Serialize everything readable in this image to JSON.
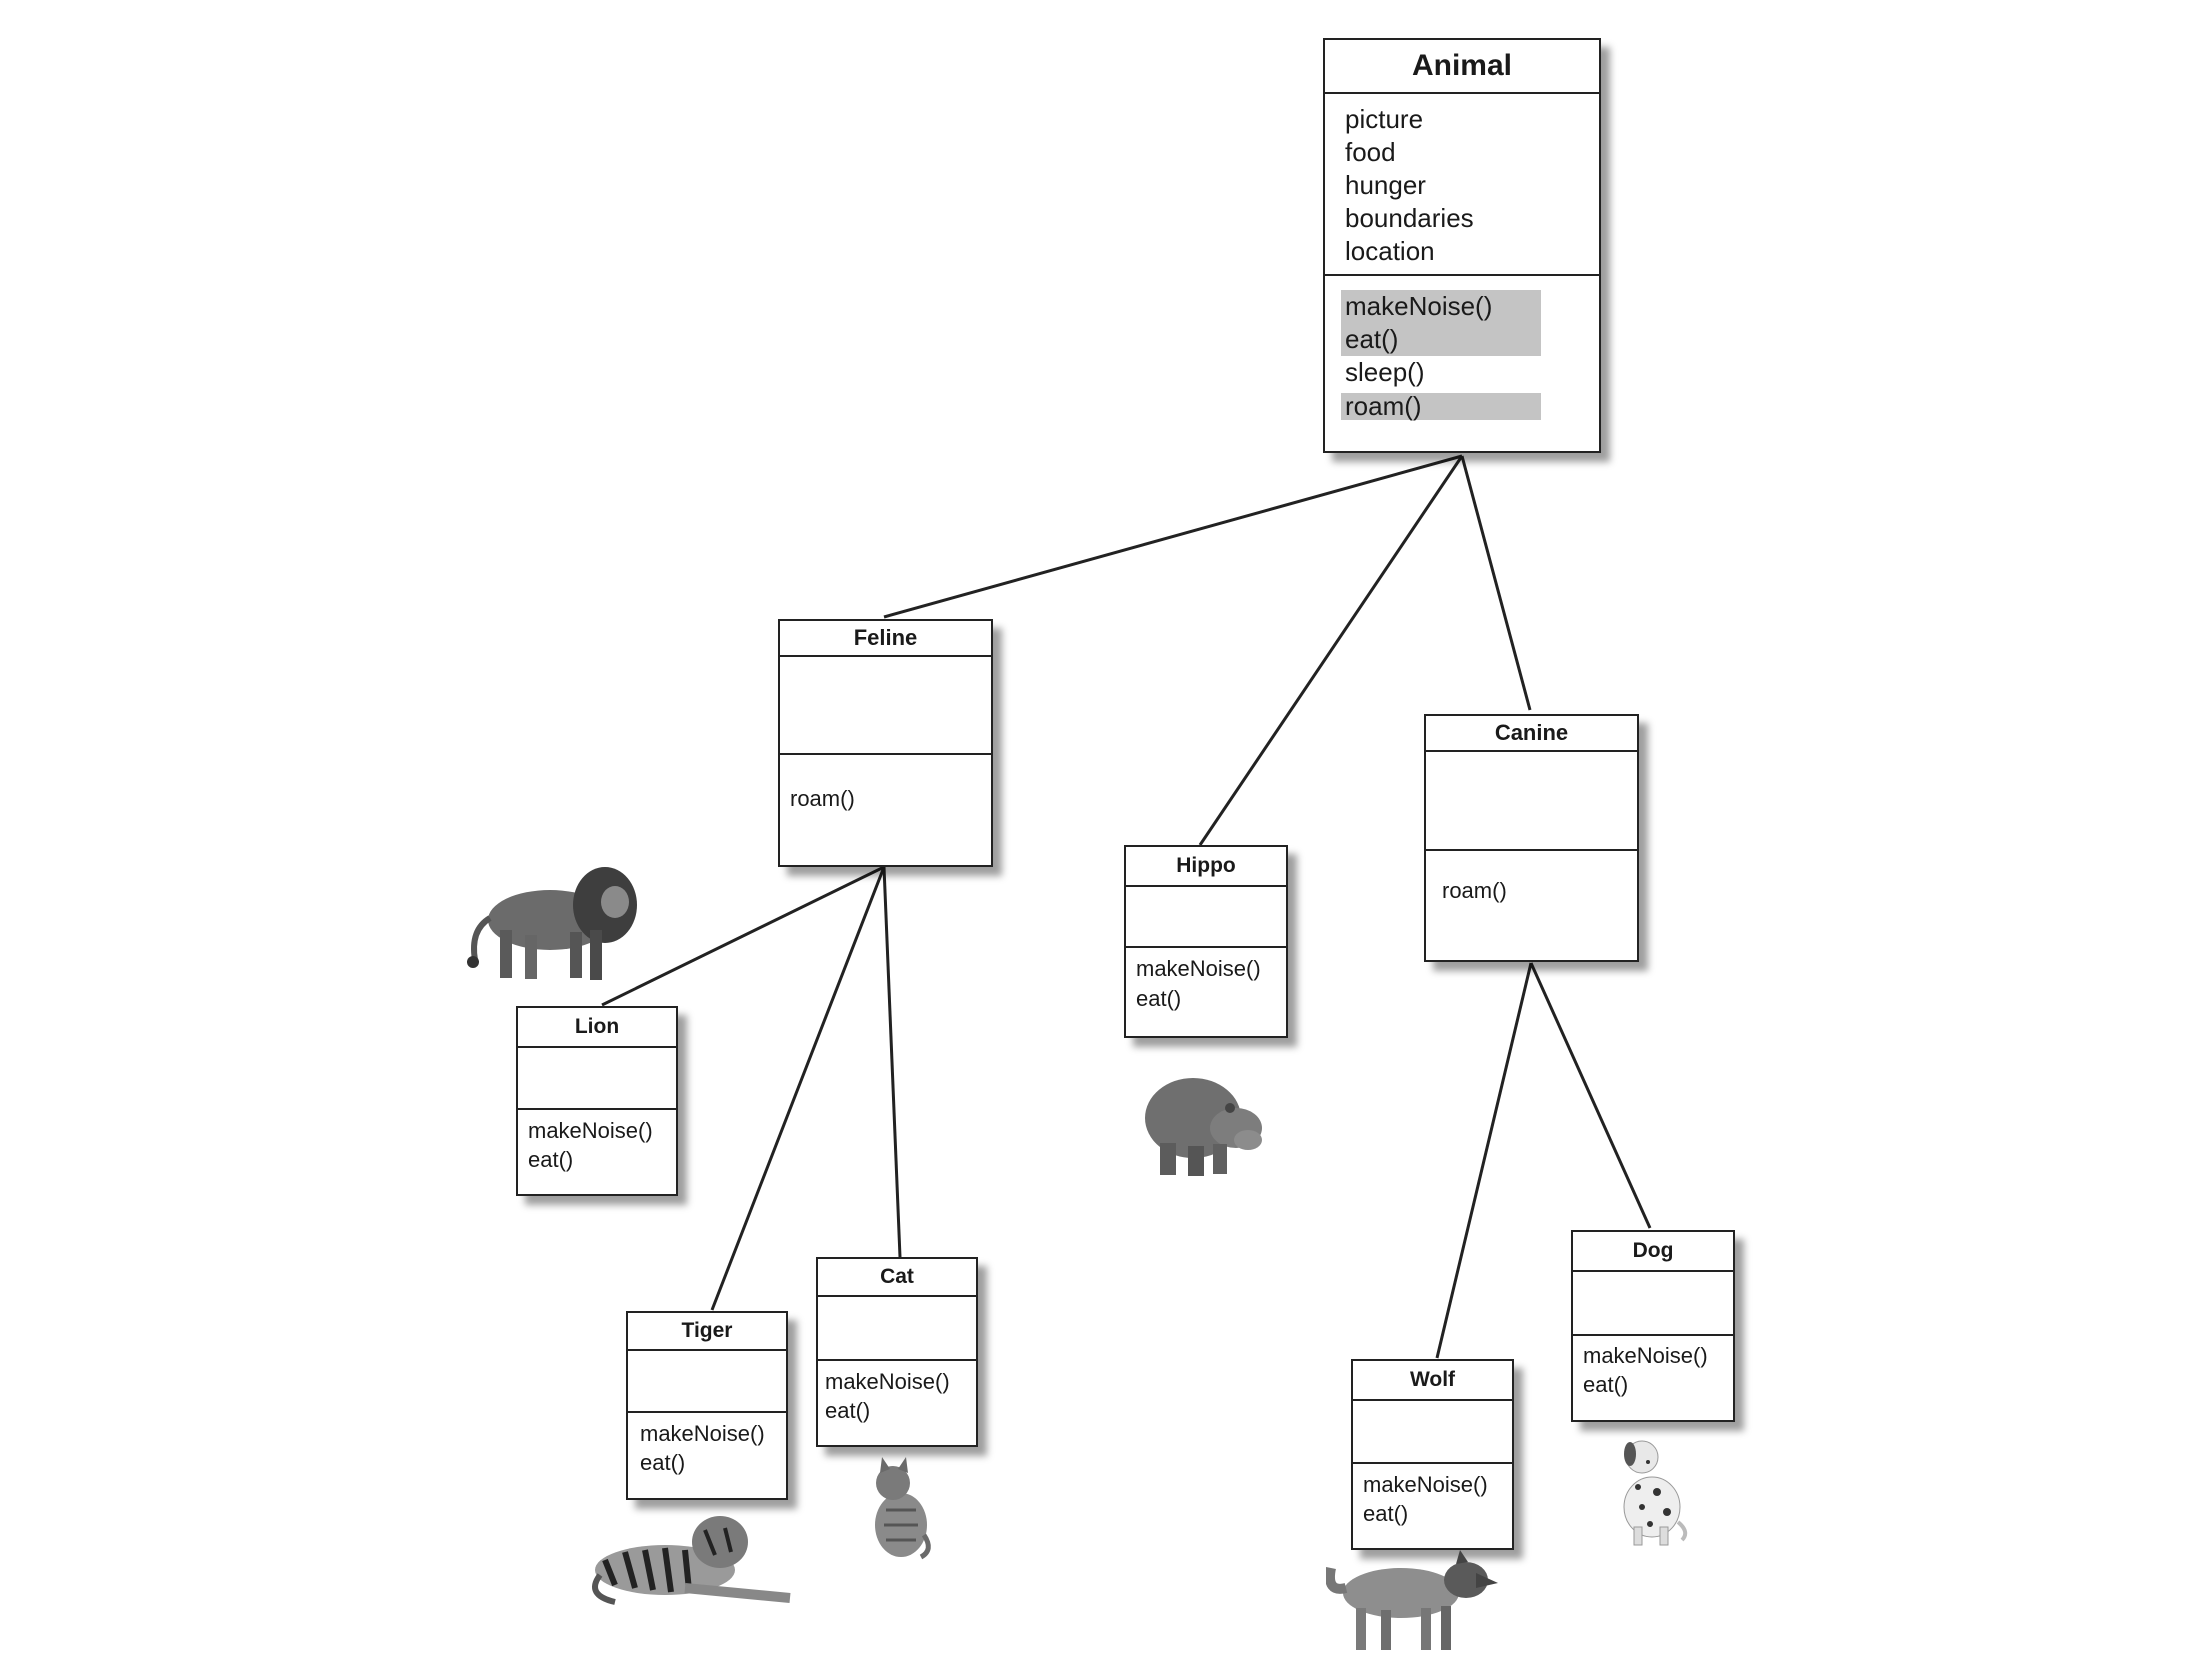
{
  "classes": {
    "animal": {
      "name": "Animal",
      "attributes": [
        "picture",
        "food",
        "hunger",
        "boundaries",
        "location"
      ],
      "methods": [
        "makeNoise()",
        "eat()",
        "sleep()",
        "roam()"
      ],
      "highlighted_methods": [
        "makeNoise()",
        "eat()",
        "roam()"
      ]
    },
    "feline": {
      "name": "Feline",
      "attributes": [],
      "methods": [
        "roam()"
      ]
    },
    "hippo": {
      "name": "Hippo",
      "attributes": [],
      "methods": [
        "makeNoise()",
        "eat()"
      ]
    },
    "canine": {
      "name": "Canine",
      "attributes": [],
      "methods": [
        "roam()"
      ]
    },
    "lion": {
      "name": "Lion",
      "attributes": [],
      "methods": [
        "makeNoise()",
        "eat()"
      ]
    },
    "tiger": {
      "name": "Tiger",
      "attributes": [],
      "methods": [
        "makeNoise()",
        "eat()"
      ]
    },
    "cat": {
      "name": "Cat",
      "attributes": [],
      "methods": [
        "makeNoise()",
        "eat()"
      ]
    },
    "wolf": {
      "name": "Wolf",
      "attributes": [],
      "methods": [
        "makeNoise()",
        "eat()"
      ]
    },
    "dog": {
      "name": "Dog",
      "attributes": [],
      "methods": [
        "makeNoise()",
        "eat()"
      ]
    }
  },
  "inheritance": [
    [
      "feline",
      "animal"
    ],
    [
      "hippo",
      "animal"
    ],
    [
      "canine",
      "animal"
    ],
    [
      "lion",
      "feline"
    ],
    [
      "tiger",
      "feline"
    ],
    [
      "cat",
      "feline"
    ],
    [
      "wolf",
      "canine"
    ],
    [
      "dog",
      "canine"
    ]
  ],
  "animal_pictures": [
    "lion-picture",
    "hippo-picture",
    "tiger-picture",
    "cat-picture",
    "wolf-picture",
    "dog-picture"
  ],
  "colors": {
    "line": "#222222",
    "highlight": "#c4c4c4",
    "box_border": "#222222"
  }
}
